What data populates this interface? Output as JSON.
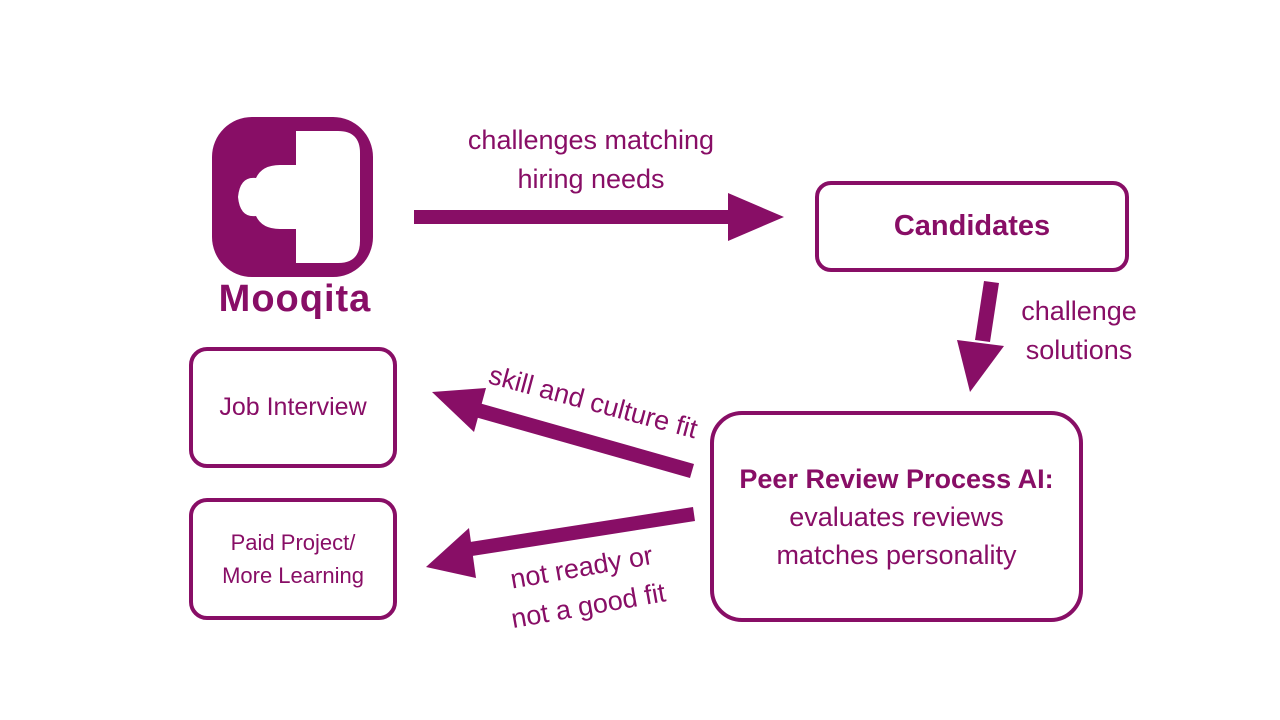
{
  "colors": {
    "accent": "#880e66",
    "background": "#ffffff"
  },
  "logo": {
    "name": "Mooqita",
    "icon": "puzzle-piece-icon"
  },
  "nodes": {
    "candidates": "Candidates",
    "peer_review": {
      "title": "Peer Review Process AI:",
      "line2": "evaluates reviews",
      "line3": "matches personality"
    },
    "job_interview": "Job Interview",
    "paid_project": {
      "line1": "Paid Project/",
      "line2": "More Learning"
    }
  },
  "edges": {
    "to_candidates": {
      "line1": "challenges matching",
      "line2": "hiring needs"
    },
    "to_peer_review": {
      "line1": "challenge",
      "line2": "solutions"
    },
    "to_job_interview": "skill and culture fit",
    "to_paid_project": {
      "line1": "not ready or",
      "line2": "not a good fit"
    }
  }
}
